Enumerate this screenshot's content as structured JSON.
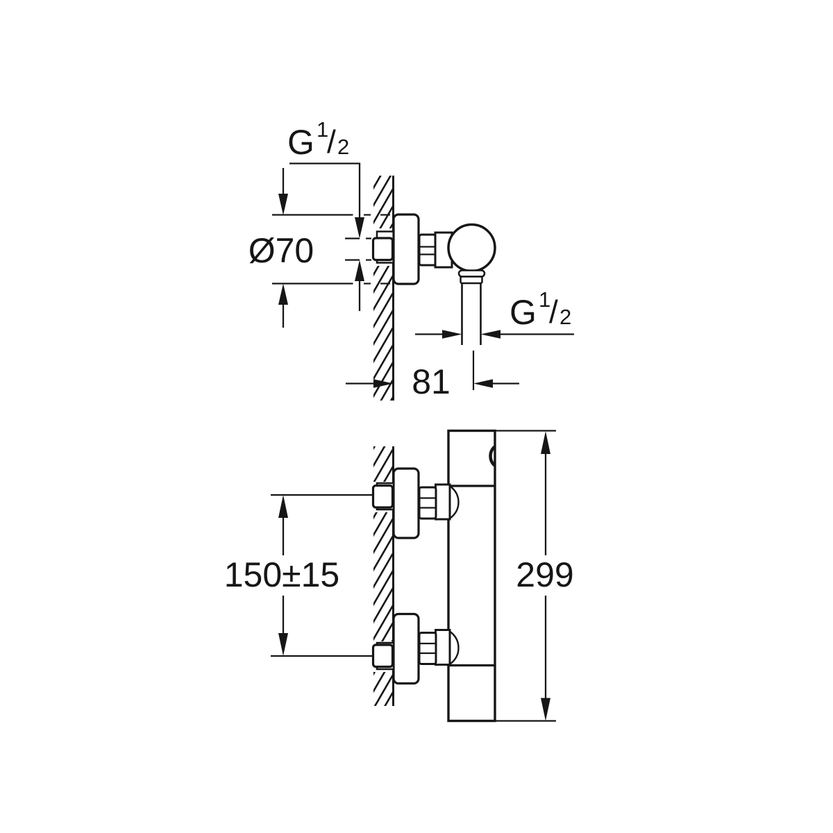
{
  "drawing": {
    "background_color": "#ffffff",
    "line_color": "#161616",
    "views": {
      "plan": {
        "dimensions": {
          "inlet_thread": {
            "g": "G",
            "numerator": "1",
            "slash": "/",
            "denominator": "2"
          },
          "escutcheon_diameter": "Ø70",
          "outlet_thread": {
            "g": "G",
            "numerator": "1",
            "slash": "/",
            "denominator": "2"
          },
          "wall_to_outlet": "81"
        }
      },
      "side": {
        "dimensions": {
          "connection_spacing": "150±15",
          "overall_height": "299"
        }
      }
    }
  }
}
